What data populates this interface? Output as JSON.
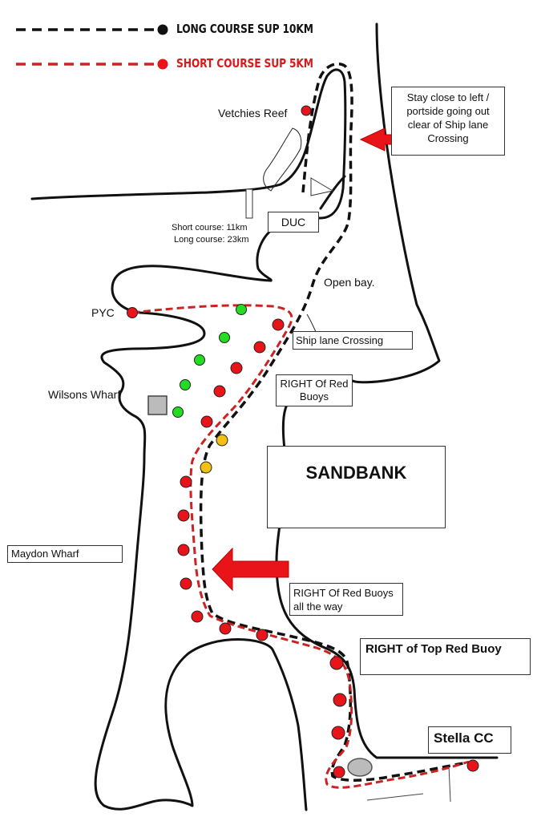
{
  "legend": {
    "long_course": "LONG COURSE SUP 10KM",
    "short_course": "SHORT COURSE SUP 5KM"
  },
  "labels": {
    "vetchies_reef": "Vetchies Reef",
    "pyc": "PYC",
    "wilsons_wharf": "Wilsons Wharf",
    "duc": "DUC",
    "open_bay": "Open bay.",
    "short_course_dist": "Short course: 11km",
    "long_course_dist": "Long course: 23km"
  },
  "callouts": {
    "portside": "Stay close to left / portside going out clear of Ship lane Crossing",
    "ship_lane": "Ship lane Crossing",
    "right_of_red_buoys": "RIGHT Of Red Buoys",
    "sandbank": "SANDBANK",
    "maydon_wharf": "Maydon Wharf",
    "right_all_the_way": "RIGHT Of Red Buoys all the way",
    "right_top_buoy": "RIGHT of Top  Red Buoy",
    "stella_cc": "Stella CC"
  },
  "colors": {
    "long_course_line": "#111111",
    "short_course_line": "#cc2222",
    "red_buoy": "#e8141a",
    "green_buoy": "#22dd22",
    "yellow_buoy": "#f2c010",
    "arrow": "#e8141a",
    "coastline": "#111111"
  },
  "icons": {
    "direction_arrow": "red-arrow-left-icon",
    "buoy": "buoy-dot-icon"
  }
}
